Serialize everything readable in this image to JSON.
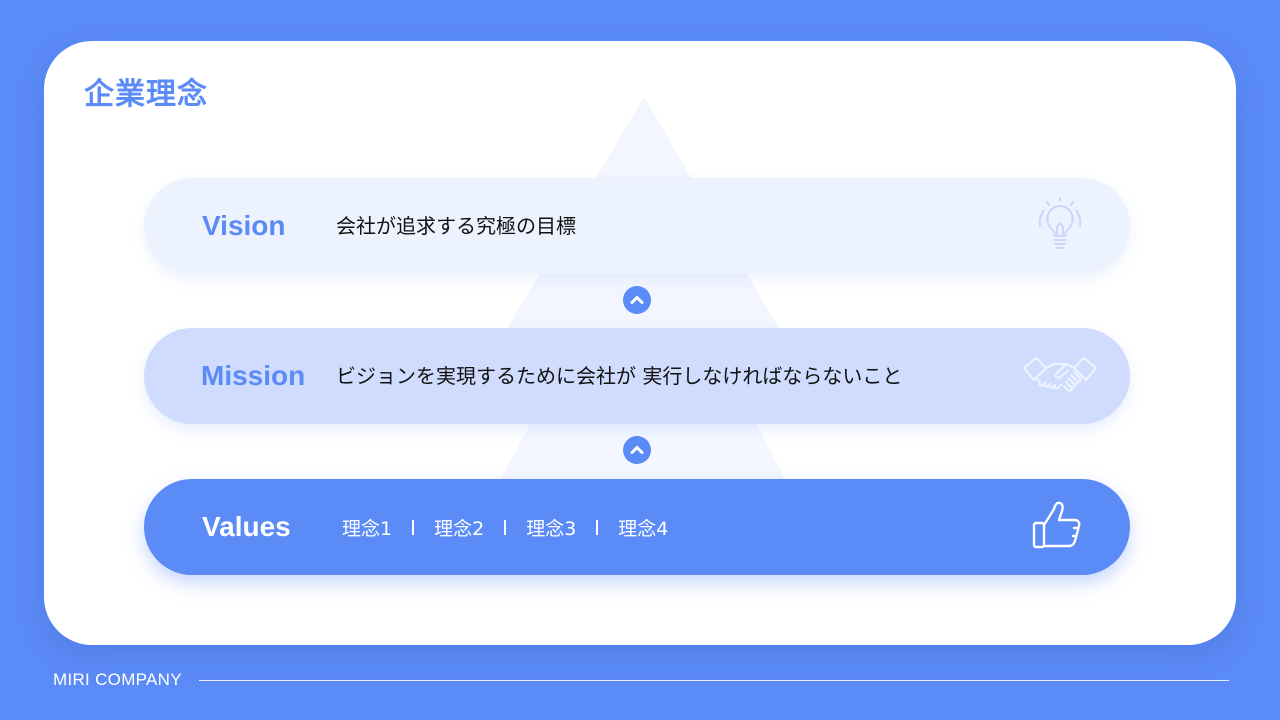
{
  "title": "企業理念",
  "rows": {
    "vision": {
      "label": "Vision",
      "description": "会社が追求する究極の目標",
      "icon": "lightbulb-icon"
    },
    "mission": {
      "label": "Mission",
      "description": "ビジョンを実現するために会社が 実行しなければならないこと",
      "icon": "handshake-icon"
    },
    "values": {
      "label": "Values",
      "items": [
        "理念1",
        "理念2",
        "理念3",
        "理念4"
      ],
      "icon": "thumbs-up-icon"
    }
  },
  "arrows": [
    "chevron-up-icon",
    "chevron-up-icon"
  ],
  "footer": {
    "company": "MIRI COMPANY"
  },
  "colors": {
    "accent": "#5b8bf7",
    "vision_row": "#edf2ff",
    "mission_row": "#cfdcfd",
    "values_row": "#5b8bf7"
  }
}
